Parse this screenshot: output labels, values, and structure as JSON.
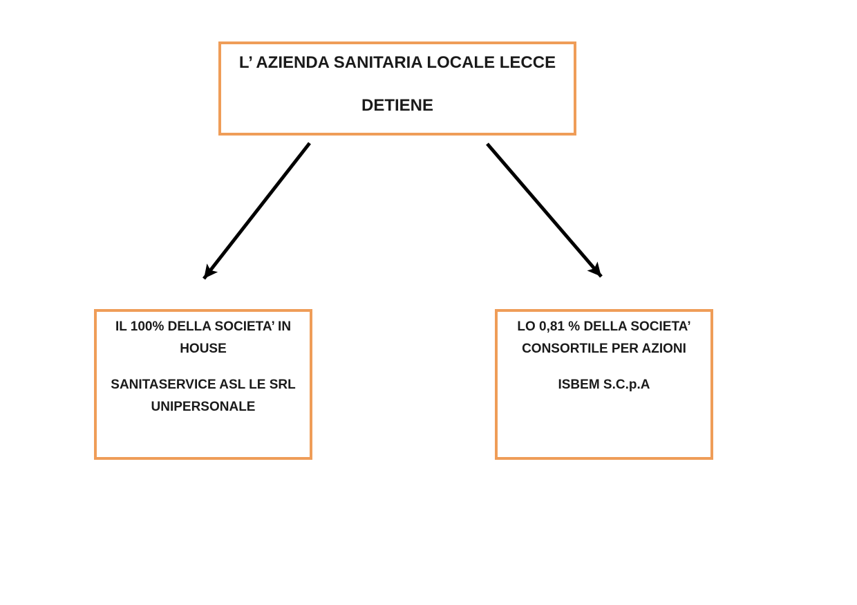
{
  "colors": {
    "background": "#FFFFFF",
    "box_border": "#EF9D58",
    "text": "#1A1A1A",
    "arrow": "#000000"
  },
  "root_box": {
    "line1": "L’ AZIENDA SANITARIA LOCALE LECCE",
    "line2": "DETIENE"
  },
  "left_box": {
    "para1_line1": "IL 100% DELLA SOCIETA’ IN",
    "para1_line2": "HOUSE",
    "para2_line1": "SANITASERVICE ASL LE SRL",
    "para2_line2": "UNIPERSONALE"
  },
  "right_box": {
    "para1_line1": "LO 0,81 % DELLA SOCIETA’",
    "para1_line2": "CONSORTILE PER AZIONI",
    "para2_line1": "ISBEM S.C.p.A"
  }
}
